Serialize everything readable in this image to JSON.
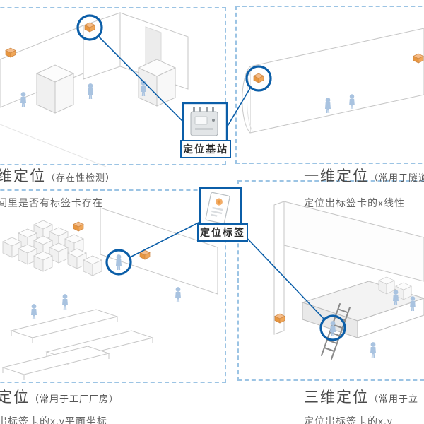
{
  "palette": {
    "accent_blue": "#0b5ea8",
    "dashed_blue": "#9cc4e4",
    "tag_orange": "#e8963f",
    "people_blue": "#a9c3e0",
    "outline_gray": "#c6c6c6",
    "title_gray": "#4b4b4b",
    "subtitle_gray": "#666666"
  },
  "icons": {
    "base_station_icon": "uwb-anchor-device",
    "location_tag_icon": "id-badge-card",
    "highlight_circle": "blue-ring",
    "person": "human-figure",
    "anchor_tag": "orange-anchor-box"
  },
  "center": {
    "station_label": "定位基站",
    "tag_label": "定位标签"
  },
  "quadrants": {
    "top_left": {
      "title": "维定位",
      "note": "（存在性检测）",
      "subtitle": "间里是否有标签卡存在"
    },
    "top_right": {
      "title": "一维定位",
      "note": "（常用于隧道",
      "subtitle": "定位出标签卡的x线性"
    },
    "bottom_left": {
      "title": "定位",
      "note": "（常用于工厂厂房）",
      "subtitle": "出标签卡的x,y平面坐标"
    },
    "bottom_right": {
      "title": "三维定位",
      "note": "（常用于立",
      "subtitle": "定位出标签卡的x,y"
    }
  }
}
